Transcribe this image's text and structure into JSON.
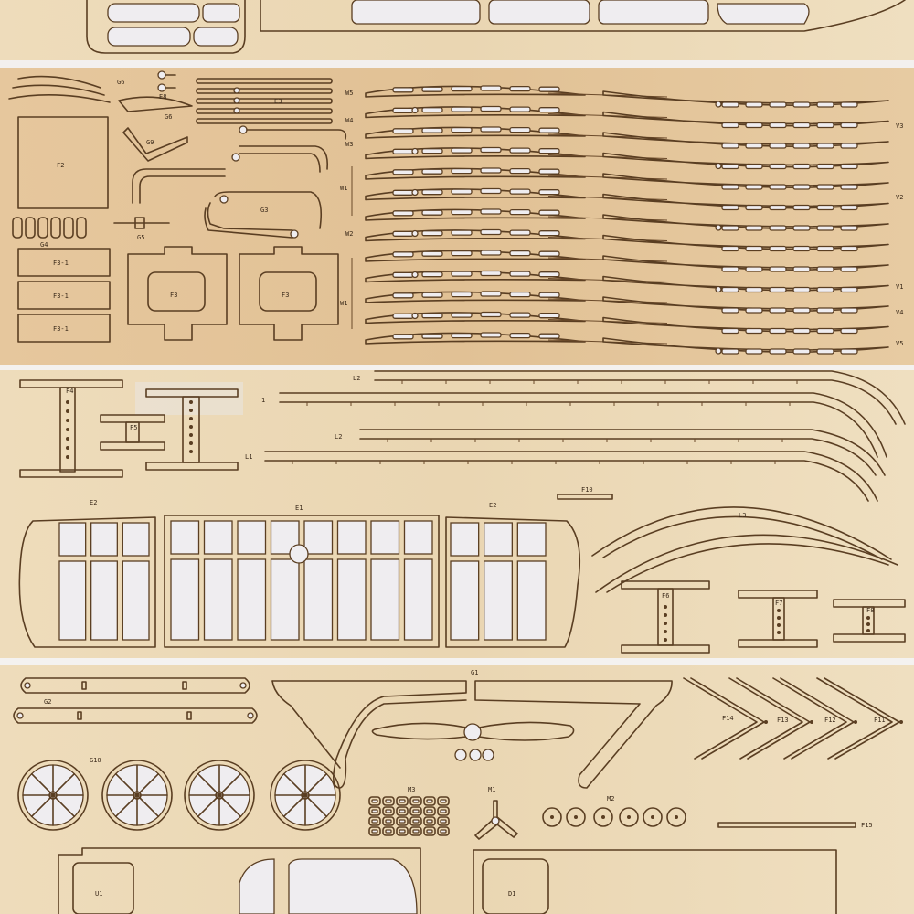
{
  "colors": {
    "light_plywood": "#ecd9b6",
    "dark_plywood": "#e3c49a",
    "cut_line": "#5a3e22",
    "background": "#eeeae6"
  },
  "sheet2": {
    "top_labels": [
      "G6",
      "E8",
      "G9",
      "E3"
    ],
    "panel_labels": [
      "F2",
      "G4",
      "G5",
      "G3",
      "F3-1",
      "F3-1",
      "F3-1",
      "F3",
      "F3"
    ],
    "rib_labels_left": [
      "W5",
      "W4",
      "W3",
      "W1",
      "W2",
      "W1"
    ],
    "rib_labels_right": [
      "V3",
      "V2",
      "V1",
      "V4",
      "V5"
    ]
  },
  "sheet3": {
    "labels": [
      "L2",
      "L2",
      "L1",
      "F4",
      "F5",
      "F10",
      "E2",
      "E1",
      "E2",
      "L3",
      "F6",
      "F7",
      "F8",
      "1"
    ]
  },
  "sheet4": {
    "labels": [
      "G1",
      "G2",
      "G10",
      "F14",
      "F13",
      "F12",
      "F11",
      "M3",
      "M1",
      "M2",
      "F15",
      "U1",
      "D1"
    ]
  }
}
